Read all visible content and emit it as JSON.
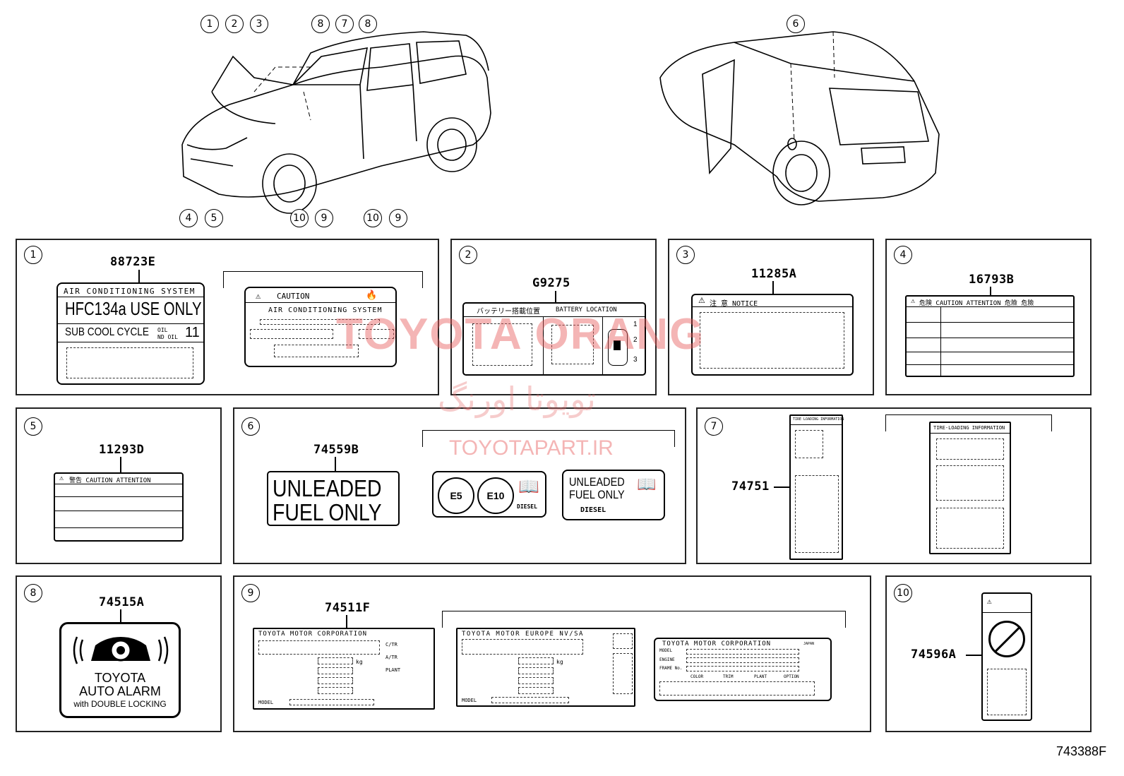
{
  "diagram_code": "743388F",
  "watermark": {
    "brand": "TOYOTA ORANG",
    "persian": "تویوتا اورنگ",
    "url": "TOYOTAPART.IR"
  },
  "car_callouts_front": [
    "1",
    "2",
    "3",
    "8",
    "7",
    "8",
    "4",
    "5",
    "10",
    "9",
    "10",
    "9"
  ],
  "car_callouts_rear": [
    "6"
  ],
  "panels": {
    "p1": {
      "num": "1",
      "part": "88723E",
      "ac": {
        "header": "AIR CONDITIONING SYSTEM",
        "big": "HFC134a USE ONLY",
        "sub": "SUB COOL CYCLE",
        "oil_top": "OIL",
        "oil_bot": "ND OIL",
        "oil_num": "11"
      },
      "caution": {
        "title": "CAUTION",
        "subtitle": "AIR CONDITIONING SYSTEM"
      }
    },
    "p2": {
      "num": "2",
      "part": "G9275",
      "jp": "バッテリー搭載位置",
      "en": "BATTERY LOCATION",
      "c1": "1",
      "c2": "2",
      "c3": "3"
    },
    "p3": {
      "num": "3",
      "part": "11285A",
      "title": "注 意  NOTICE"
    },
    "p4": {
      "num": "4",
      "part": "16793B",
      "title": "危険 CAUTION ATTENTION 危險 危險"
    },
    "p5": {
      "num": "5",
      "part": "11293D",
      "title": "警告 CAUTION ATTENTION"
    },
    "p6": {
      "num": "6",
      "part": "74559B",
      "big1": "UNLEADED",
      "big2": "FUEL ONLY",
      "e5": "E5",
      "e10": "E10",
      "diesel": "DIESEL",
      "small1": "UNLEADED",
      "small2": "FUEL ONLY",
      "diesel2": "DIESEL"
    },
    "p7": {
      "num": "7",
      "part": "74751",
      "left_title": "TIRE LOADING INFORMATION",
      "right_title": "TIRE-LOADING INFORMATION"
    },
    "p8": {
      "num": "8",
      "part": "74515A",
      "l1": "TOYOTA",
      "l2": "AUTO ALARM",
      "l3": "with DOUBLE LOCKING"
    },
    "p9": {
      "num": "9",
      "part": "74511F",
      "a": {
        "title": "TOYOTA MOTOR CORPORATION",
        "model": "MODEL",
        "kg": "kg",
        "ct": "C/TR",
        "axtr": "A/TR",
        "plant": "PLANT"
      },
      "b": {
        "title": "TOYOTA MOTOR EUROPE NV/SA",
        "model": "MODEL",
        "kg": "kg"
      },
      "c": {
        "title": "TOYOTA MOTOR CORPORATION",
        "japan": "JAPAN",
        "model": "MODEL",
        "engine": "ENGINE",
        "frame": "FRAME No.",
        "color": "COLOR",
        "trim": "TRIM",
        "plant": "PLANT",
        "option": "OPTION"
      }
    },
    "p10": {
      "num": "10",
      "part": "74596A"
    }
  }
}
